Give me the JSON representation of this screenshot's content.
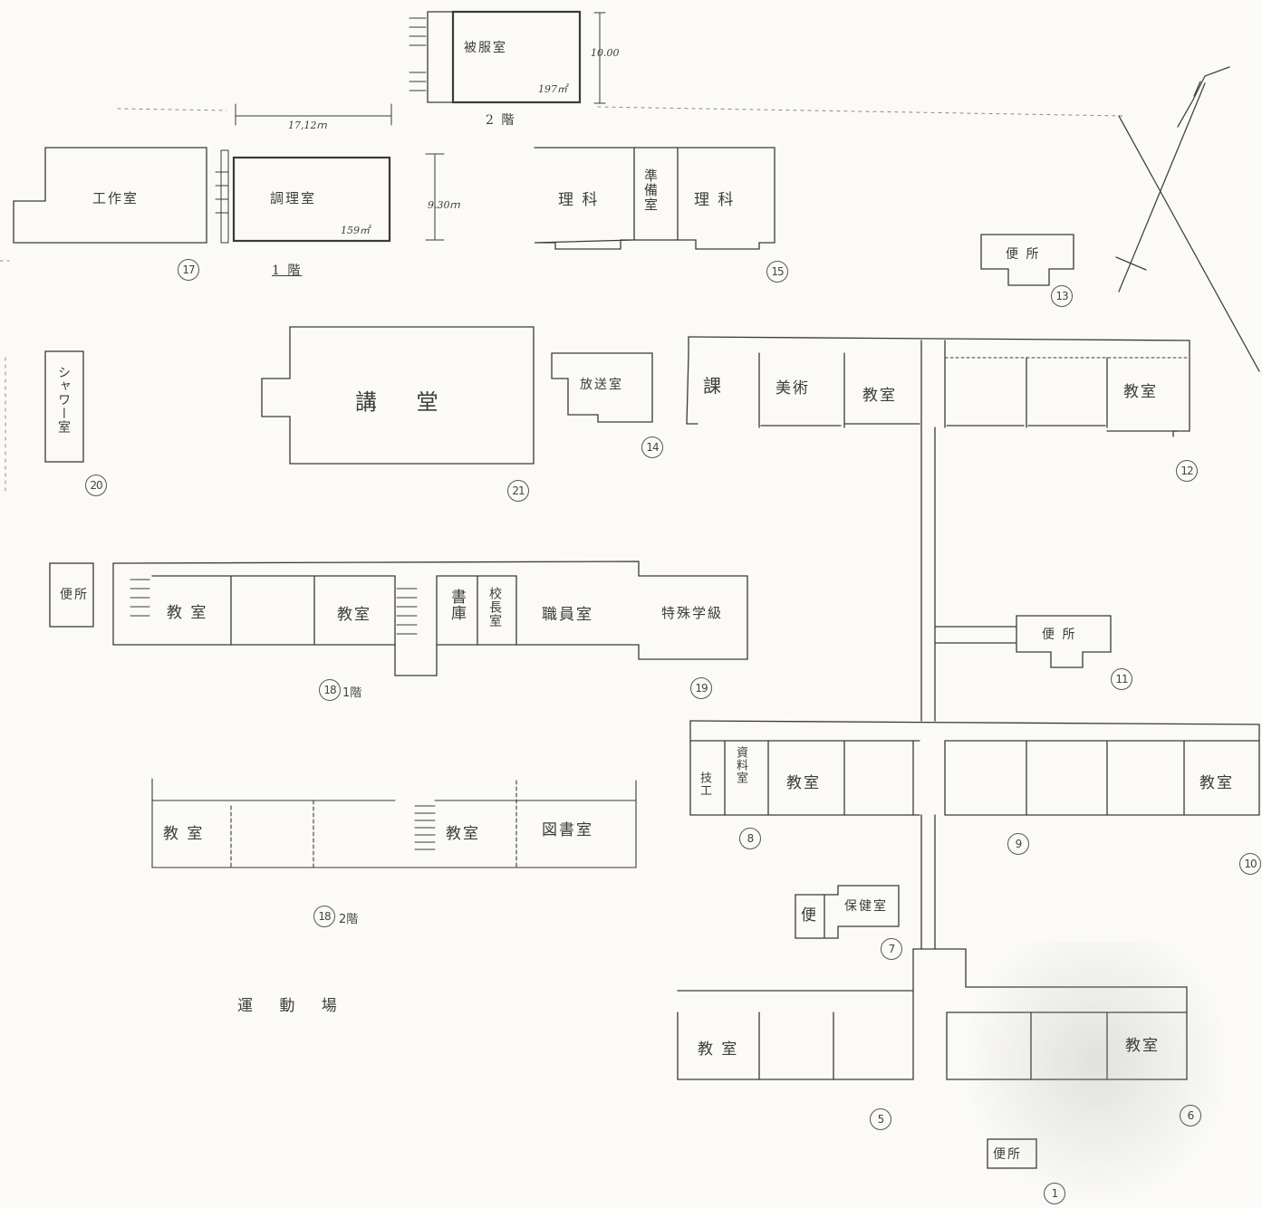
{
  "rooms": {
    "fukusou": "被服室",
    "dim_10": "10.00",
    "area_2f": "197㎡",
    "floor_2": "2 階",
    "dim_1712": "17,12ｍ",
    "kousaku": "工作室",
    "chouri": "調理室",
    "dim_930": "9.30ｍ",
    "area_1f": "159㎡",
    "floor_1": "1 階",
    "rika_1": "理 科",
    "junbi": "準備室",
    "rika_2": "理 科",
    "benjo_13": "便 所",
    "kodou": "講 堂",
    "housou": "放送室",
    "shower": "シャワー室",
    "shitsu_12a": "課",
    "shitsu_12b": "美術",
    "kyoushitsu_12c": "教室",
    "kyoushitsu_12d": "教室",
    "benjo_18": "便所",
    "kyoushitsu_18a": "教 室",
    "kyoushitsu_18b": "教室",
    "shoko": "書庫",
    "kouchou": "校長室",
    "shokuin": "職員室",
    "tokushu": "特殊学級",
    "benjo_11": "便 所",
    "kyoushitsu_2f_a": "教 室",
    "kyoushitsu_2f_b": "教室",
    "toshokan": "図書室",
    "shiryo": "資料室",
    "gikou": "技工",
    "kyoushitsu_8": "教室",
    "kyoushitsu_10": "教室",
    "benjo_7": "便",
    "hoken": "保健室",
    "undoujou": "運 動 場",
    "kyoushitsu_5": "教 室",
    "kyoushitsu_6": "教室",
    "benjo_1": "便所",
    "label_18_1f": "1階",
    "label_18_2f": "2階"
  },
  "numbers": {
    "n17": "17",
    "n15": "15",
    "n13": "13",
    "n14": "14",
    "n20": "20",
    "n21": "21",
    "n12": "12",
    "n18": "18",
    "n19": "19",
    "n11": "11",
    "n8": "8",
    "n9": "9",
    "n10": "10",
    "n7": "7",
    "n5": "5",
    "n6": "6",
    "n1": "1",
    "n18b": "18"
  }
}
